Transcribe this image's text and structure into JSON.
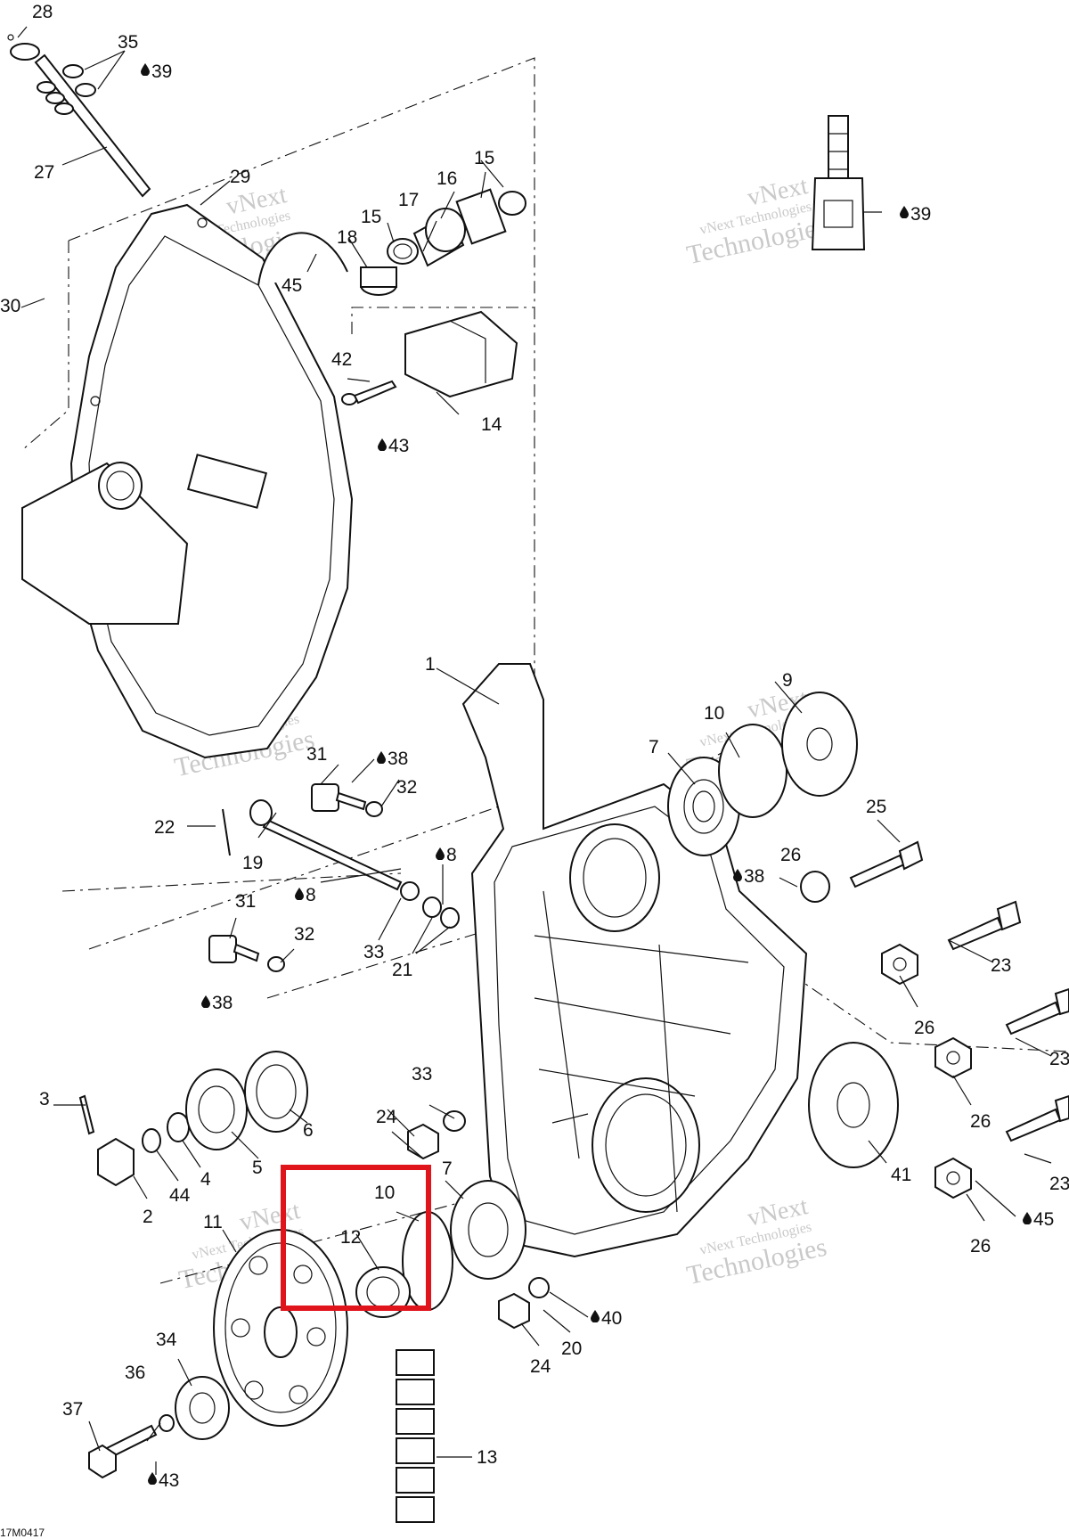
{
  "figure_code": "17M0417",
  "watermark": {
    "line1": "vNext",
    "line2": "vNext Technologies",
    "line3": "Technologies"
  },
  "highlight_color": "#e0141b",
  "drop_icon": "oil-drop-icon",
  "callouts": {
    "c1": "1",
    "c2": "2",
    "c3": "3",
    "c4": "4",
    "c5": "5",
    "c6": "6",
    "c7a": "7",
    "c7b": "7",
    "c8": "8",
    "c8b": "8",
    "c9": "9",
    "c10a": "10",
    "c10b": "10",
    "c11": "11",
    "c12": "12",
    "c13": "13",
    "c14": "14",
    "c15a": "15",
    "c15b": "15",
    "c16": "16",
    "c17": "17",
    "c18": "18",
    "c19": "19",
    "c20": "20",
    "c21": "21",
    "c22": "22",
    "c23a": "23",
    "c23b": "23",
    "c23c": "23",
    "c24a": "24",
    "c24b": "24",
    "c25": "25",
    "c26a": "26",
    "c26b": "26",
    "c26c": "26",
    "c26d": "26",
    "c27": "27",
    "c28": "28",
    "c29": "29",
    "c30": "30",
    "c31a": "31",
    "c31b": "31",
    "c32a": "32",
    "c32b": "32",
    "c33a": "33",
    "c33b": "33",
    "c34": "34",
    "c35": "35",
    "c36": "36",
    "c37": "37",
    "c38a": "38",
    "c38b": "38",
    "c38c": "38",
    "c39a": "39",
    "c39b": "39",
    "c40": "40",
    "c41": "41",
    "c42": "42",
    "c43a": "43",
    "c43b": "43",
    "c44": "44",
    "c45a": "45",
    "c45b": "45"
  }
}
